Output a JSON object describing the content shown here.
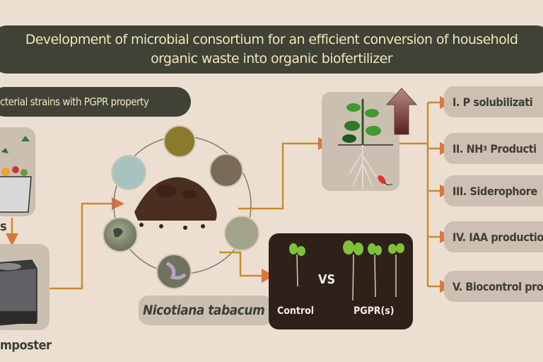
{
  "title": {
    "line1": "Development of microbial consortium for an efficient conversion of household",
    "line2": "organic waste into organic biofertilizer"
  },
  "pgpr_banner": "cterial strains with PGPR property",
  "left": {
    "waste_label_fragment": "s",
    "composter_label": "mposter"
  },
  "species_label": "Nicotiana tabacum",
  "comparison": {
    "vs": "VS",
    "control": "Control",
    "treated": "PGPR(s)"
  },
  "properties": [
    {
      "numeral": "I.",
      "text": "P solubilizati"
    },
    {
      "numeral": "II.",
      "text": "NH",
      "sub": "3",
      "after": " Producti"
    },
    {
      "numeral": "III.",
      "text": "Siderophore"
    },
    {
      "numeral": "IV.",
      "text": "IAA productio"
    },
    {
      "numeral": "V.",
      "text": "Biocontrol pro"
    }
  ],
  "colors": {
    "background": "#ecdfd1",
    "banner": "#3f4235",
    "banner_text": "#f3e4be",
    "connector": "#c98b2e",
    "arrowhead": "#d9773f",
    "box": "#cbbfb2",
    "dark_panel": "#2e2119"
  }
}
